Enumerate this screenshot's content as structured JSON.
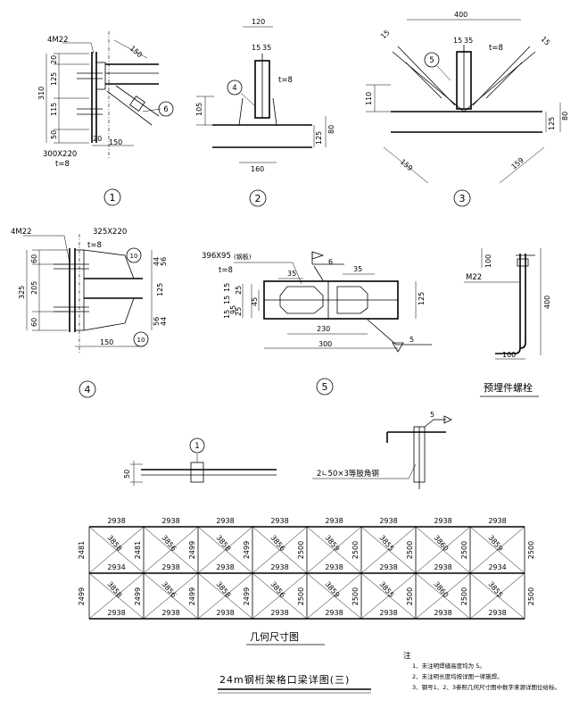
{
  "details": {
    "d1": {
      "num": "1",
      "bolt": "4M22",
      "plate": "300X220",
      "t": "t=8",
      "dims": [
        "310",
        "20",
        "125",
        "115",
        "50",
        "20",
        "150",
        "150"
      ],
      "callout": "6"
    },
    "d2": {
      "num": "2",
      "dims": [
        "120",
        "15",
        "35",
        "105",
        "160",
        "125",
        "80"
      ],
      "t": "t=8",
      "callout": "4"
    },
    "d3": {
      "num": "3",
      "dims": [
        "400",
        "15",
        "35",
        "110",
        "15",
        "15",
        "159",
        "159",
        "125",
        "80"
      ],
      "t": "t=8",
      "callout": "5"
    },
    "d4": {
      "num": "4",
      "bolt": "4M22",
      "plate": "325X220",
      "t": "t=8",
      "dims": [
        "60",
        "205",
        "325",
        "60",
        "44",
        "56",
        "125",
        "56",
        "44",
        "150"
      ],
      "callouts": [
        "10",
        "10"
      ]
    },
    "d5": {
      "num": "5",
      "plate": "396X95",
      "plate_note": "(钢板)",
      "t": "t=8",
      "dims": [
        "35",
        "35",
        "15",
        "25",
        "15",
        "95",
        "45",
        "15",
        "25",
        "230",
        "300",
        "125"
      ],
      "weld": [
        "6",
        "5"
      ]
    },
    "anchor": {
      "caption": "预埋件螺栓",
      "bolt": "M22",
      "dims": [
        "100",
        "400",
        "100"
      ]
    },
    "section": {
      "callout": "1",
      "dim": "50"
    },
    "angle": {
      "label": "2∟50×3等肢角钢",
      "weld": "5"
    }
  },
  "geometry": {
    "caption": "几何尺寸图",
    "top_row": [
      "2938",
      "2938",
      "2938",
      "2938",
      "2938",
      "2938",
      "2938",
      "2938"
    ],
    "mid_row": [
      "2934",
      "2938",
      "2938",
      "2938",
      "2938",
      "2938",
      "2938",
      "2934"
    ],
    "bottom_row": [
      "2938",
      "2938",
      "2938",
      "2938",
      "2938",
      "2938",
      "2938",
      "2938"
    ],
    "diag_top": [
      "3858",
      "3856",
      "3858",
      "3856",
      "3859",
      "3855",
      "3860",
      "3859"
    ],
    "diag_bottom": [
      "3858",
      "3856",
      "3858",
      "3856",
      "3859",
      "3855",
      "3860",
      "3855"
    ],
    "vert_top": [
      "2481",
      "2499",
      "2499",
      "2500",
      "2500",
      "2500",
      "2500"
    ],
    "vert_bottom": [
      "2499",
      "2499",
      "2499",
      "2500",
      "2500",
      "2500",
      "2500"
    ],
    "left_top": "2481",
    "left_bottom": "2499",
    "right_top": "2500",
    "right_bottom": "2500"
  },
  "title": "24m钢桁架格口梁详图(三)",
  "notes": {
    "heading": "注",
    "items": [
      "1、未注明焊缝高度均为 5。",
      "2、未注明长度均按详图一律施焊。",
      "3、钢号1、2、3参照几何尺寸图中数字来源详图位给标。"
    ]
  },
  "colors": {
    "line": "#000000",
    "background": "#ffffff"
  }
}
